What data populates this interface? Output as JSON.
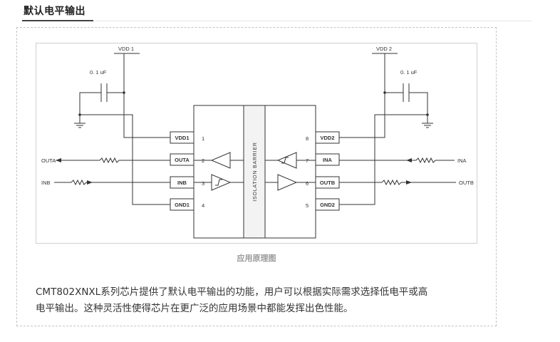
{
  "section": {
    "title": "默认电平输出"
  },
  "diagram": {
    "caption": "应用原理图",
    "vdd1_label": "VDD 1",
    "vdd2_label": "VDD 2",
    "cap1_label": "0.  1 uF",
    "cap2_label": "0.  1 uF",
    "barrier_label": "ISOLATION BARRIER",
    "left_pins": [
      {
        "name": "VDD1",
        "num": "1"
      },
      {
        "name": "OUTA",
        "num": "2"
      },
      {
        "name": "INB",
        "num": "3"
      },
      {
        "name": "GND1",
        "num": "4"
      }
    ],
    "right_pins": [
      {
        "name": "VDD2",
        "num": "8"
      },
      {
        "name": "INA",
        "num": "7"
      },
      {
        "name": "OUTB",
        "num": "6"
      },
      {
        "name": "GND2",
        "num": "5"
      }
    ],
    "signals": {
      "outa": "OUTA",
      "inb": "INB",
      "ina": "INA",
      "outb": "OUTB"
    }
  },
  "description": {
    "line1": "CMT802XNXL系列芯片提供了默认电平输出的功能，用户可以根据实际需求选择低电平或高",
    "line2": "电平输出。这种灵活性使得芯片在更广泛的应用场景中都能发挥出色性能。"
  }
}
